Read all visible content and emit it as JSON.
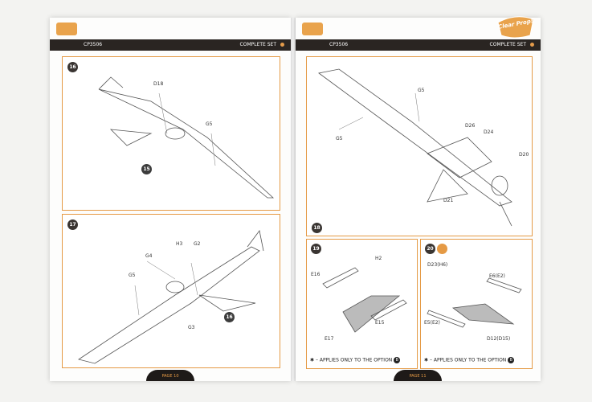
{
  "brand": {
    "logo_text": "Clear Prop!"
  },
  "left_page": {
    "code": "CP3506",
    "set": "COMPLETE SET",
    "footer": "PAGE 10",
    "step16": {
      "number": "16",
      "labels": {
        "d18": "D18",
        "g5": "G5"
      },
      "callout": "15"
    },
    "step17": {
      "number": "17",
      "labels": {
        "g4": "G4",
        "h3": "H3",
        "g2": "G2",
        "g5": "G5",
        "g3": "G3"
      },
      "callout": "16"
    }
  },
  "right_page": {
    "code": "CP3506",
    "set": "COMPLETE SET",
    "footer": "PAGE 11",
    "step18": {
      "number": "18",
      "labels": {
        "g5a": "G5",
        "g5b": "G5",
        "d26": "D26",
        "d24": "D24",
        "d20": "D20",
        "d21": "D21"
      }
    },
    "step19": {
      "number": "19",
      "labels": {
        "h2": "H2",
        "e16": "E16",
        "e15": "E15",
        "e17": "E17"
      },
      "note": "– APPLIES ONLY TO THE OPTION",
      "badge": "B"
    },
    "step20": {
      "number": "20",
      "labels": {
        "d23": "D23(H6)",
        "e6": "E6(E2)",
        "e5": "E5(E2)",
        "d12": "D12(D15)"
      },
      "note": "– APPLIES ONLY TO THE OPTION",
      "badge": "B"
    }
  },
  "colors": {
    "accent": "#e59a45",
    "header": "#2a2522"
  }
}
